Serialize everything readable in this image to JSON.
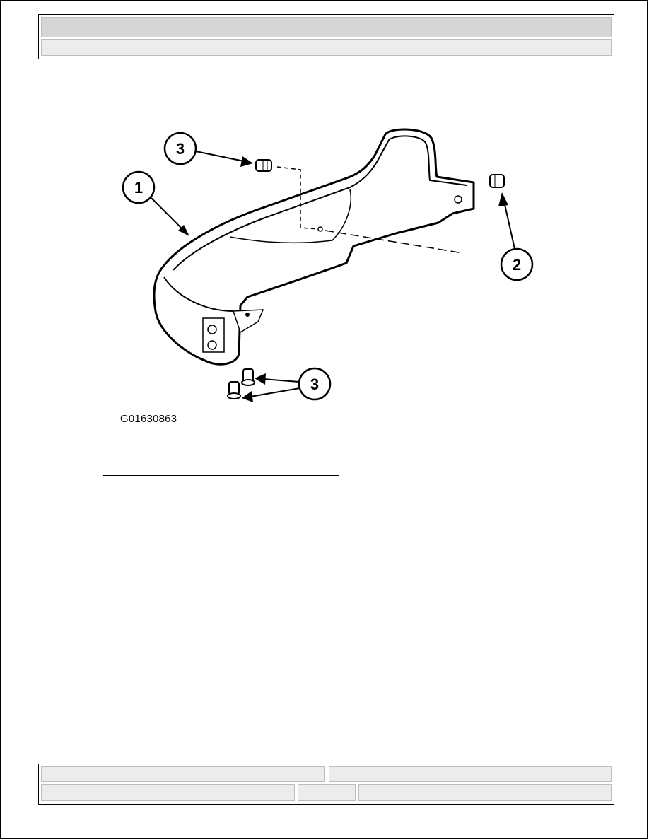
{
  "header": {
    "title": "",
    "subtitle": ""
  },
  "figure": {
    "code": "G01630863",
    "callouts": [
      {
        "number": "1"
      },
      {
        "number": "2"
      },
      {
        "number": "3"
      },
      {
        "number": "3"
      }
    ]
  },
  "footer": {
    "cells": [
      "",
      "",
      "",
      "",
      ""
    ]
  }
}
